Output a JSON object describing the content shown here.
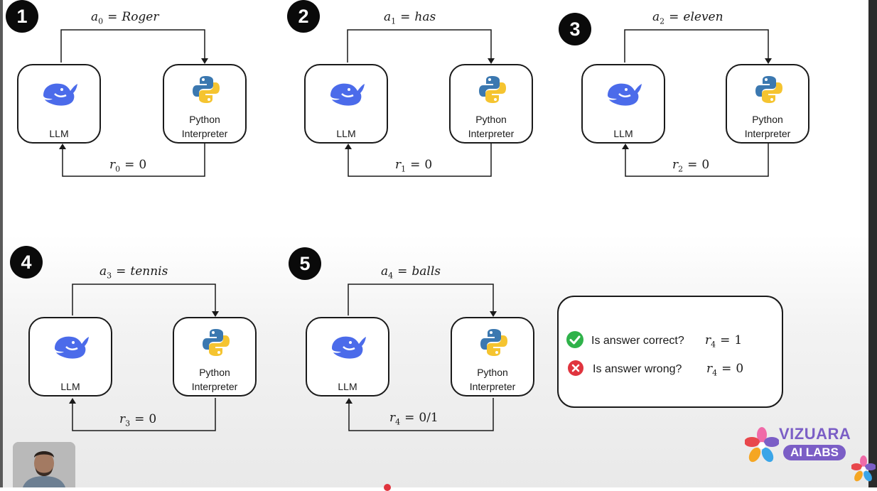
{
  "steps": [
    {
      "badge": "1",
      "action": {
        "var": "a",
        "sub": "0",
        "value": "Roger"
      },
      "reward": {
        "var": "r",
        "sub": "0",
        "value": "0"
      }
    },
    {
      "badge": "2",
      "action": {
        "var": "a",
        "sub": "1",
        "value": "has"
      },
      "reward": {
        "var": "r",
        "sub": "1",
        "value": "0"
      }
    },
    {
      "badge": "3",
      "action": {
        "var": "a",
        "sub": "2",
        "value": "eleven"
      },
      "reward": {
        "var": "r",
        "sub": "2",
        "value": "0"
      }
    },
    {
      "badge": "4",
      "action": {
        "var": "a",
        "sub": "3",
        "value": "tennis"
      },
      "reward": {
        "var": "r",
        "sub": "3",
        "value": "0"
      }
    },
    {
      "badge": "5",
      "action": {
        "var": "a",
        "sub": "4",
        "value": "balls"
      },
      "reward": {
        "var": "r",
        "sub": "4",
        "value": "0/1"
      }
    }
  ],
  "boxes": {
    "llm_label": "LLM",
    "python_label_line1": "Python",
    "python_label_line2": "Interpreter"
  },
  "result": {
    "correct": {
      "text": "Is answer correct?",
      "var": "r",
      "sub": "4",
      "value": "1"
    },
    "wrong": {
      "text": "Is answer wrong?",
      "var": "r",
      "sub": "4",
      "value": "0"
    }
  },
  "logo": {
    "title": "VIZUARA",
    "subtitle": "AI LABS"
  },
  "colors": {
    "badge": "#0a0a0a",
    "whale": "#4b6bea",
    "python_blue": "#3b78b0",
    "python_yellow": "#f5c430",
    "check_green": "#2fb24a",
    "cross_red": "#e0343e",
    "logo_purple": "#7b5ec6"
  },
  "icons": [
    "deepseek-whale-icon",
    "python-icon",
    "check-icon",
    "cross-icon"
  ]
}
